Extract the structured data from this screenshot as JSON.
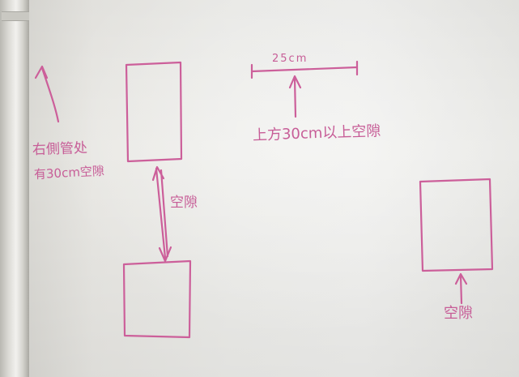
{
  "scene": {
    "description_kind": "photo of handwritten notes on a white wall",
    "ink_color": "#cc5f9a",
    "wall_color": "#eeeeeb"
  },
  "notes": {
    "top_left_line1": "右側管处",
    "top_left_line2": "有30cm空隙",
    "gap_label": "空隙",
    "ruler_label": "25cm",
    "ruler_desc": "上方30cm以上空隙",
    "right_label": "空隙"
  }
}
